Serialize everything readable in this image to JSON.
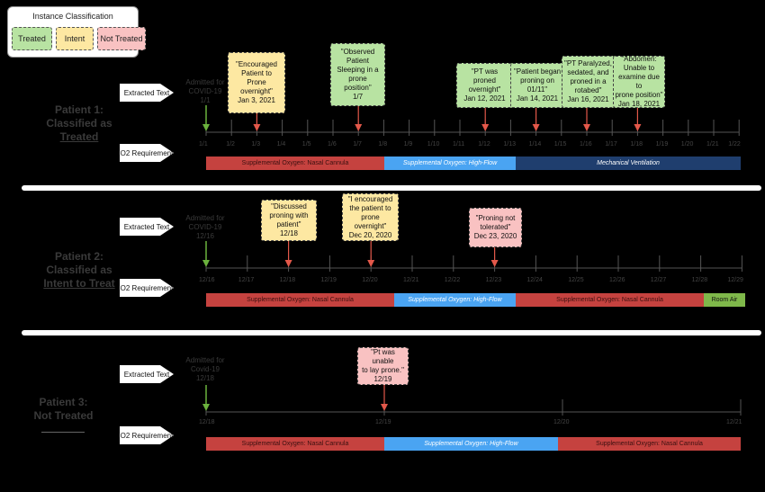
{
  "legend": {
    "title": "Instance Classification",
    "items": [
      {
        "label": "Treated",
        "color": "#b8e3a2"
      },
      {
        "label": "Intent",
        "color": "#fde8a2"
      },
      {
        "label": "Not Treated",
        "color": "#f9c2c2"
      }
    ]
  },
  "row_labels": {
    "extracted_text": "Extracted Text",
    "o2_requirement": "O2 Requirement"
  },
  "colors": {
    "nasal_cannula": "#c5423f",
    "high_flow": "#4aa4f2",
    "mechanical_ventilation": "#1f3e6e",
    "room_air": "#7fb84a",
    "treated_box": "#b8e3a2",
    "intent_box": "#fde8a2",
    "not_treated_box": "#f9c2c2",
    "admit_arrow": "#6bb23d",
    "callout_arrow": "#e3584a"
  },
  "patients": [
    {
      "label_lines": [
        "Patient 1:",
        "Classified as",
        "Treated"
      ],
      "admit_lines": [
        "Admitted for",
        "COVID-19",
        "1/1"
      ],
      "ticks": [
        "1/1",
        "1/2",
        "1/3",
        "1/4",
        "1/5",
        "1/6",
        "1/7",
        "1/8",
        "1/9",
        "1/10",
        "1/11",
        "1/12",
        "1/13",
        "1/14",
        "1/15",
        "1/16",
        "1/17",
        "1/18",
        "1/19",
        "1/20",
        "1/21",
        "1/22"
      ],
      "callouts": [
        {
          "lines": [
            "\"Encouraged",
            "Patient to",
            "Prone",
            "overnight\"",
            "Jan 3, 2021"
          ],
          "type": "intent"
        },
        {
          "lines": [
            "\"Observed",
            "Patient",
            "Sleeping in a",
            "prone",
            "position\"",
            "1/7"
          ],
          "type": "treated"
        },
        {
          "lines": [
            "\"PT was",
            "proned",
            "overnight\"",
            "Jan 12, 2021"
          ],
          "type": "treated"
        },
        {
          "lines": [
            "\"Patient began",
            "proning on",
            "01/11\"",
            "Jan 14, 2021"
          ],
          "type": "treated"
        },
        {
          "lines": [
            "\"PT Paralyzed,",
            "sedated, and",
            "proned in a",
            "rotabed\"",
            "Jan 16, 2021"
          ],
          "type": "treated"
        },
        {
          "lines": [
            "\"Abdomen:",
            "Unable to",
            "examine due to",
            "prone position\"",
            "Jan 18, 2021"
          ],
          "type": "treated"
        }
      ],
      "o2": [
        {
          "label": "Supplemental Oxygen: Nasal Cannula",
          "kind": "nasal_cannula"
        },
        {
          "label": "Supplemental Oxygen: High-Flow",
          "kind": "high_flow"
        },
        {
          "label": "Mechanical Ventilation",
          "kind": "mechanical_ventilation"
        }
      ]
    },
    {
      "label_lines": [
        "Patient 2:",
        "Classified as",
        "Intent to Treat"
      ],
      "admit_lines": [
        "Admitted for",
        "COVID-19",
        "12/16"
      ],
      "ticks": [
        "12/16",
        "12/17",
        "12/18",
        "12/19",
        "12/20",
        "12/21",
        "12/22",
        "12/23",
        "12/24",
        "12/25",
        "12/26",
        "12/27",
        "12/28",
        "12/29"
      ],
      "callouts": [
        {
          "lines": [
            "\"Discussed",
            "proning with",
            "patient\"",
            "12/18"
          ],
          "type": "intent"
        },
        {
          "lines": [
            "\"I encouraged",
            "the patient to",
            "prone",
            "overnight\"",
            "Dec 20, 2020"
          ],
          "type": "intent"
        },
        {
          "lines": [
            "\"Proning not",
            "tolerated\"",
            "Dec 23, 2020"
          ],
          "type": "not_treated"
        }
      ],
      "o2": [
        {
          "label": "Supplemental Oxygen: Nasal Cannula",
          "kind": "nasal_cannula"
        },
        {
          "label": "Supplemental Oxygen: High-Flow",
          "kind": "high_flow"
        },
        {
          "label": "Supplemental Oxygen: Nasal Cannula",
          "kind": "nasal_cannula"
        },
        {
          "label": "Room Air",
          "kind": "room_air"
        }
      ]
    },
    {
      "label_lines": [
        "Patient 3:",
        "Not Treated"
      ],
      "admit_lines": [
        "Admitted for",
        "Covid-19",
        "12/18"
      ],
      "ticks": [
        "12/18",
        "12/19",
        "12/20",
        "12/21"
      ],
      "callouts": [
        {
          "lines": [
            "\"Pt was unable",
            "to lay prone.\"",
            "12/19"
          ],
          "type": "not_treated"
        }
      ],
      "o2": [
        {
          "label": "Supplemental Oxygen: Nasal Cannula",
          "kind": "nasal_cannula"
        },
        {
          "label": "Supplemental Oxygen: High-Flow",
          "kind": "high_flow"
        },
        {
          "label": "Supplemental Oxygen: Nasal Cannula",
          "kind": "nasal_cannula"
        }
      ]
    }
  ]
}
